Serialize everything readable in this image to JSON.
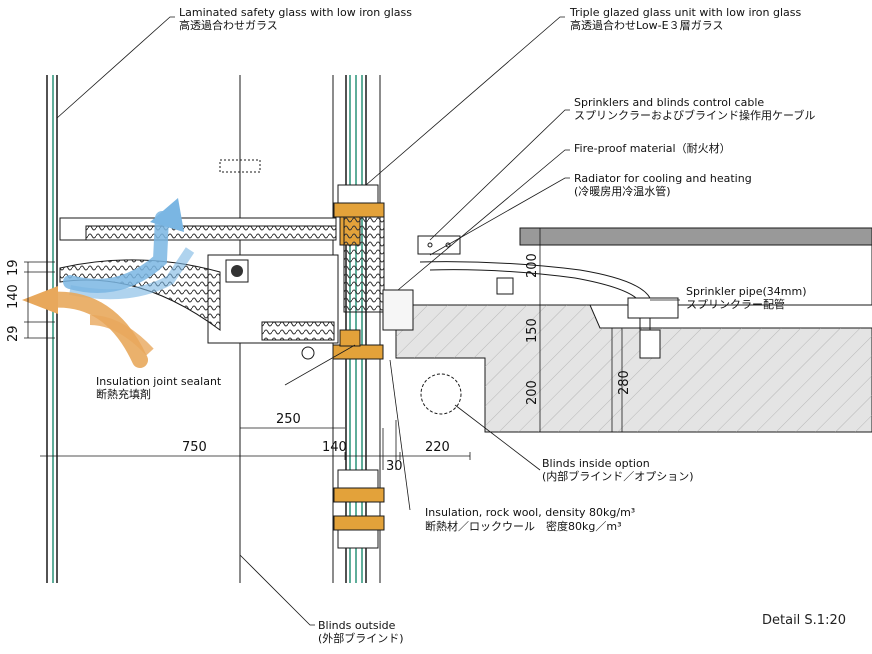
{
  "labels": {
    "laminated_en": "Laminated safety glass with low iron glass",
    "laminated_ja": "高透過合わせガラス",
    "triple_en": "Triple glazed glass unit with low iron glass",
    "triple_ja": "高透過合わせLow-E３層ガラス",
    "sprinkler_cable_en": "Sprinklers and blinds control cable",
    "sprinkler_cable_ja": "スプリンクラーおよびブラインド操作用ケーブル",
    "fireproof": "Fire-proof material（耐火材）",
    "radiator_en": "Radiator for cooling and heating",
    "radiator_ja": "(冷暖房用冷温水管)",
    "sprinkler_pipe_en": "Sprinkler pipe(34mm)",
    "sprinkler_pipe_ja": "スプリンクラー配管",
    "sealant_en": "Insulation joint sealant",
    "sealant_ja": "断熱充填剤",
    "blinds_inside_en": "Blinds inside option",
    "blinds_inside_ja": "(内部ブラインド／オプション)",
    "insulation_en": "Insulation, rock wool, density 80kg/m³",
    "insulation_ja": "断熱材／ロックウール　密度80kg／m³",
    "blinds_outside_en": "Blinds outside",
    "blinds_outside_ja": "(外部ブラインド)",
    "detail_scale": "Detail S.1:20"
  },
  "dimensions": {
    "d750": "750",
    "d250": "250",
    "d140h": "140",
    "d30": "30",
    "d220": "220",
    "v19": "19",
    "v140": "140",
    "v29": "29",
    "v200a": "200",
    "v150": "150",
    "v200b": "200",
    "v280": "280"
  },
  "colors": {
    "line": "#1a1a1a",
    "glass": "#5fae9a",
    "wood": "#e3a23a",
    "concrete": "#e4e4e4",
    "airflow_cool": "#7ab6e3",
    "airflow_warm": "#e8a85c"
  }
}
